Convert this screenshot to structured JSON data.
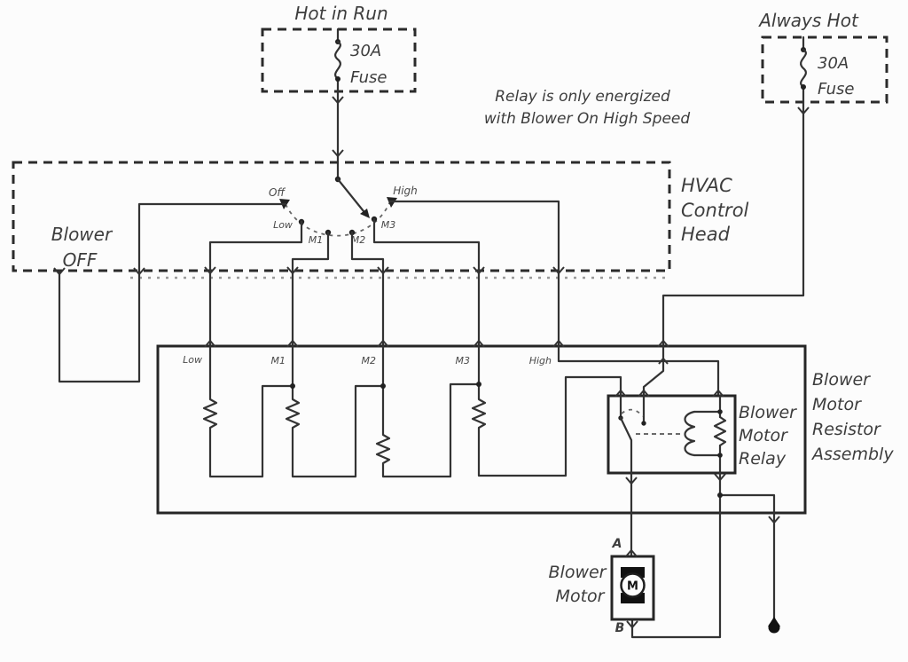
{
  "fuse_hot_in_run": {
    "source_label": "Hot in Run",
    "rating": "30A",
    "component": "Fuse"
  },
  "fuse_always_hot": {
    "source_label": "Always Hot",
    "rating": "30A",
    "component": "Fuse"
  },
  "relay_note": {
    "line1": "Relay is only energized",
    "line2": "with Blower On High Speed"
  },
  "hvac_control_head": {
    "label_line1": "HVAC",
    "label_line2": "Control",
    "label_line3": "Head",
    "blower_off_line1": "Blower",
    "blower_off_line2": "OFF",
    "switch_positions": {
      "off": "Off",
      "low": "Low",
      "m1": "M1",
      "m2": "M2",
      "m3": "M3",
      "high": "High"
    }
  },
  "resistor_assembly": {
    "label_line1": "Blower",
    "label_line2": "Motor",
    "label_line3": "Resistor",
    "label_line4": "Assembly",
    "terminals": {
      "low": "Low",
      "m1": "M1",
      "m2": "M2",
      "m3": "M3",
      "high": "High"
    }
  },
  "relay": {
    "label_line1": "Blower",
    "label_line2": "Motor",
    "label_line3": "Relay"
  },
  "blower_motor": {
    "label_line1": "Blower",
    "label_line2": "Motor",
    "terminal_a": "A",
    "terminal_b": "B",
    "motor_symbol": "M"
  },
  "colors": {
    "wire": "#333333",
    "box": "#262626",
    "text": "#3d3d3d",
    "background": "#fcfcfc"
  }
}
